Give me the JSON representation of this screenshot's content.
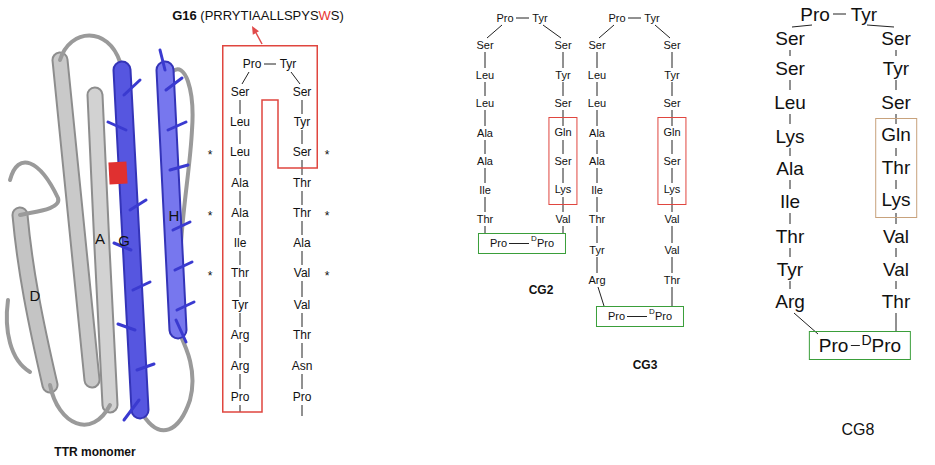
{
  "diagram": {
    "nodes": [
      {
        "text": [
          "Pro",
          "Tyr",
          "Ser",
          "Leu",
          "Leu",
          "Ala",
          "Ala",
          "Ile",
          "Thr",
          "Tyr",
          "Arg",
          "Arg",
          "Pro",
          "Ser",
          "Tyr",
          "Ser"
        ]
      },
      {
        "text": [
          "Gln",
          "Ser",
          "Lys"
        ]
      },
      {
        "text": [
          "Pro",
          "D",
          "Pro"
        ]
      },
      {
        "text": [
          "Gln",
          "Ser",
          "Lys"
        ]
      },
      {
        "text": [
          "Pro",
          "D",
          "Pro"
        ]
      },
      {
        "text": [
          "Gln",
          "Thr",
          "Lys"
        ]
      },
      {
        "text": [
          "Pro",
          "D",
          "Pro"
        ]
      }
    ],
    "labels": [
      "G16 (PRRYTIAALLSPYSWS)",
      "A",
      "D",
      "G",
      "H",
      "TTR monomer",
      "*",
      "*",
      "*",
      "*",
      "*",
      "*",
      "Thr",
      "Thr",
      "Ala",
      "Val",
      "Val",
      "Thr",
      "Asn",
      "Pro",
      "Pro",
      "Tyr",
      "Ser",
      "Leu",
      "Leu",
      "Ala",
      "Ala",
      "Ile",
      "Thr",
      "Ser",
      "Tyr",
      "Ser",
      "Val",
      "CG2",
      "Pro",
      "Tyr",
      "Ser",
      "Leu",
      "Leu",
      "Ala",
      "Ala",
      "Ile",
      "Thr",
      "Tyr",
      "Arg",
      "Ser",
      "Tyr",
      "Ser",
      "Val",
      "Val",
      "Thr",
      "CG3",
      "Pro",
      "Tyr",
      "Ser",
      "Ser",
      "Leu",
      "Lys",
      "Ala",
      "Ile",
      "Thr",
      "Tyr",
      "Arg",
      "Ser",
      "Tyr",
      "Ser",
      "Val",
      "Val",
      "Thr",
      "CG8"
    ]
  }
}
